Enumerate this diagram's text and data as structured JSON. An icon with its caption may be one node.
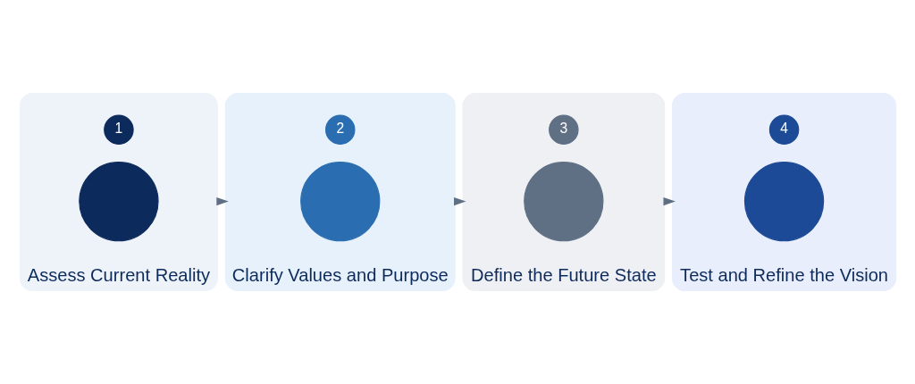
{
  "diagram": {
    "nodes": [
      {
        "text": [
          "Assess Current Reality"
        ]
      },
      {
        "text": [
          "1"
        ],
        "in": 0
      },
      {
        "text": [],
        "shape": "circle",
        "in": 0
      },
      {
        "text": [
          "Clarify Values and Purpose"
        ]
      },
      {
        "text": [
          "2"
        ],
        "in": 3
      },
      {
        "text": [],
        "shape": "circle",
        "in": 3
      },
      {
        "text": [
          "Define the Future State"
        ]
      },
      {
        "text": [
          "3"
        ],
        "in": 6
      },
      {
        "text": [],
        "shape": "circle",
        "in": 6
      },
      {
        "text": [
          "Test and Refine the Vision"
        ]
      },
      {
        "text": [
          "4"
        ],
        "in": 9
      },
      {
        "text": [],
        "shape": "circle",
        "in": 9
      }
    ],
    "edges": [
      {
        "from": 0,
        "to": 3,
        "arrow": "to"
      },
      {
        "from": 3,
        "to": 6,
        "arrow": "to"
      },
      {
        "from": 6,
        "to": 9,
        "arrow": "to"
      }
    ]
  }
}
